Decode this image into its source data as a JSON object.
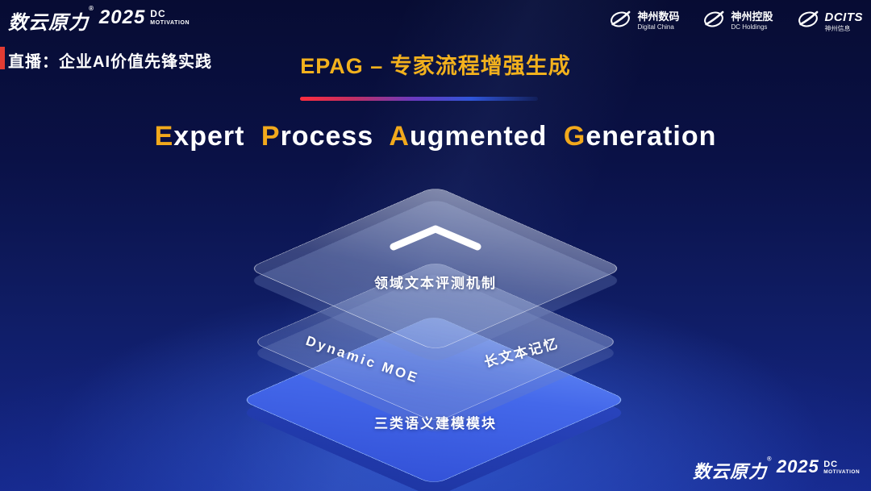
{
  "brand": {
    "name": "数云原力",
    "reg": "®",
    "year": "2025",
    "dc": "DC",
    "motivation": "MOTIVATION"
  },
  "header": {
    "live_label": "直播：企业AI价值先锋实践",
    "title": "EPAG – 专家流程增强生成"
  },
  "subtitle": {
    "w1cap": "E",
    "w1rest": "xpert",
    "w2cap": "P",
    "w2rest": "rocess",
    "w3cap": "A",
    "w3rest": "ugmented",
    "w4cap": "G",
    "w4rest": "eneration"
  },
  "logos": [
    {
      "name": "神州数码",
      "sub": "Digital China"
    },
    {
      "name": "神州控股",
      "sub": "DC Holdings"
    },
    {
      "name": "DCITS",
      "sub": "神州信息"
    }
  ],
  "diagram": {
    "top_label": "领域文本评测机制",
    "middle_left_label": "Dynamic MOE",
    "middle_right_label": "长文本记忆",
    "bottom_label": "三类语义建模模块"
  },
  "colors": {
    "accent_gold": "#f2a91c",
    "accent_red": "#e23b33",
    "layer_blue": "#4468ea"
  }
}
